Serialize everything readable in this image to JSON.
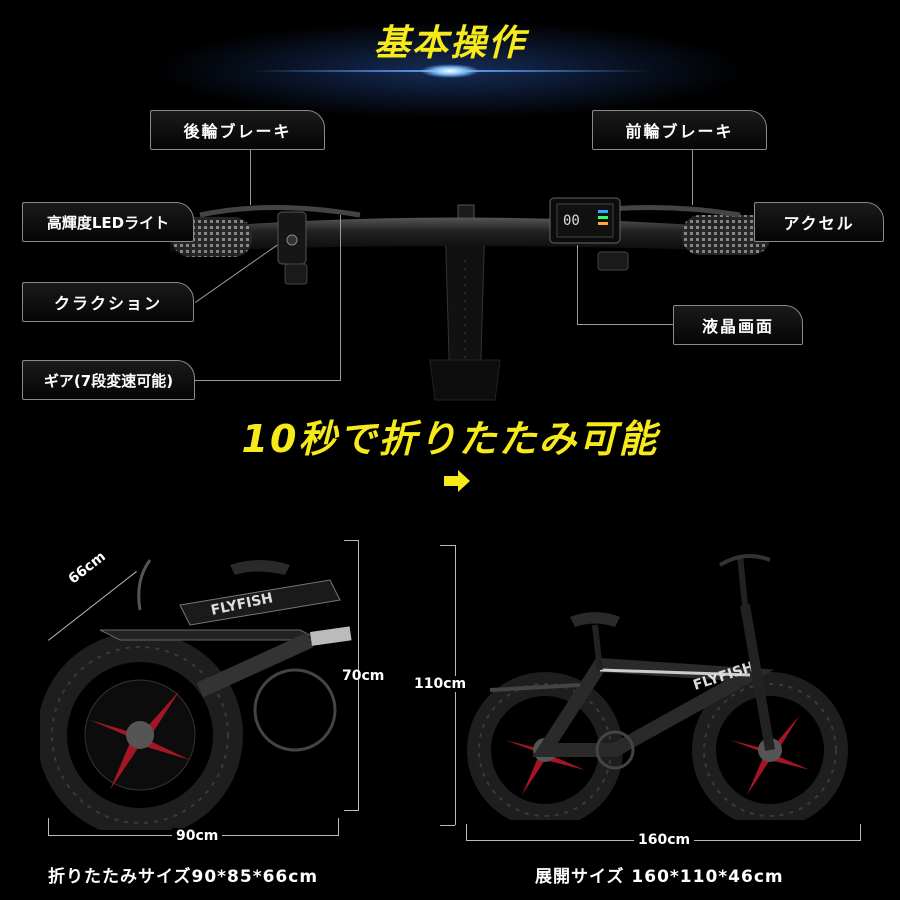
{
  "title": "基本操作",
  "labels": {
    "rear_brake": "後輪ブレーキ",
    "front_brake": "前輪ブレーキ",
    "led_light": "高輝度LEDライト",
    "accel": "アクセル",
    "horn": "クラクション",
    "lcd": "液晶画面",
    "gear": "ギア(7段変速可能)"
  },
  "lcd_readout": "00",
  "subtitle": "10秒で折りたたみ可能",
  "folded": {
    "depth": "66cm",
    "height": "70cm",
    "length": "90cm",
    "caption": "折りたたみサイズ90*85*66cm",
    "brand": "FLYFISH"
  },
  "unfolded": {
    "height": "110cm",
    "length": "160cm",
    "caption": "展開サイズ 160*110*46cm",
    "brand": "FLYFISH"
  },
  "colors": {
    "accent_yellow": "#f6ea1a",
    "glow_blue": "#5fa8ff"
  }
}
